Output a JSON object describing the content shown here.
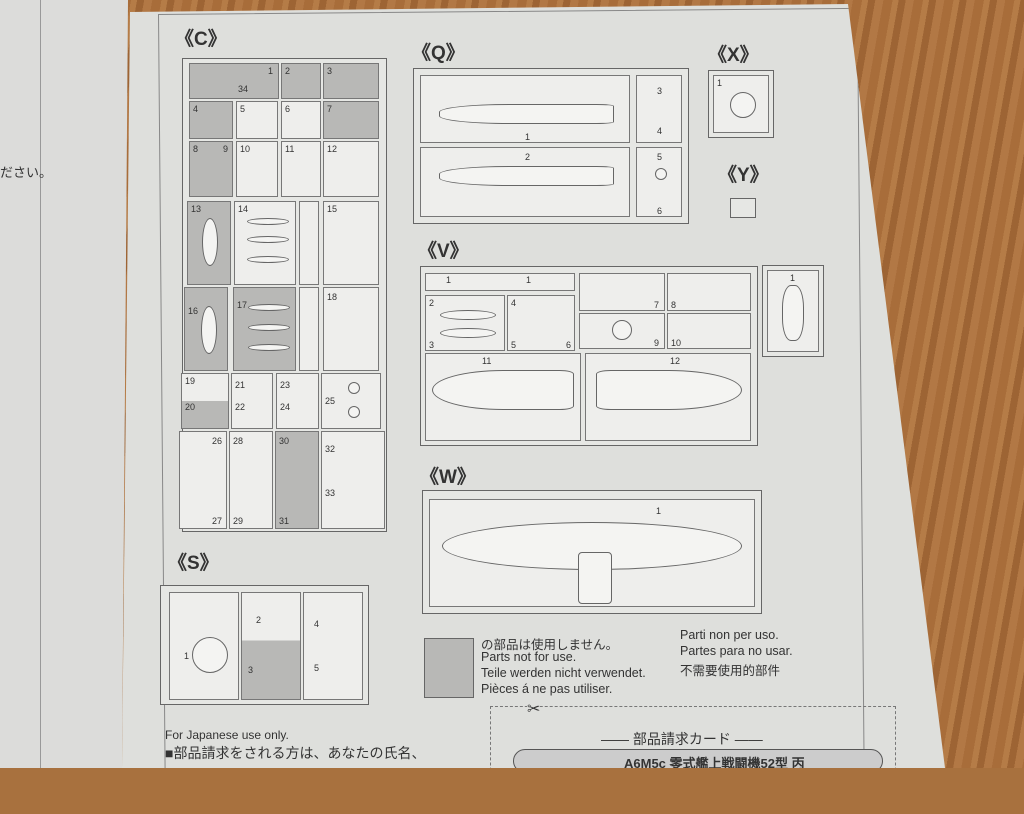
{
  "left_page": {
    "text": "ださい。"
  },
  "sections": {
    "c": "《C》",
    "q": "《Q》",
    "x": "《X》",
    "y": "《Y》",
    "v": "《V》",
    "w": "《W》",
    "s": "《S》"
  },
  "c_parts": [
    "1",
    "34",
    "2",
    "3",
    "4",
    "5",
    "6",
    "7",
    "8",
    "9",
    "10",
    "11",
    "12",
    "13",
    "14",
    "15",
    "16",
    "17",
    "18",
    "19",
    "20",
    "21",
    "22",
    "23",
    "24",
    "25",
    "26",
    "27",
    "28",
    "29",
    "30",
    "31",
    "32",
    "33"
  ],
  "q_parts": [
    "1",
    "2",
    "3",
    "4",
    "5",
    "6"
  ],
  "x_parts": [
    "1"
  ],
  "v_parts": [
    "1",
    "1",
    "2",
    "3",
    "4",
    "5",
    "6",
    "7",
    "8",
    "9",
    "10",
    "11",
    "12"
  ],
  "v_side_parts": [
    "1"
  ],
  "w_parts": [
    "1"
  ],
  "s_parts": [
    "1",
    "2",
    "3",
    "4",
    "5"
  ],
  "legend": {
    "lines": [
      "の部品は使用しません。",
      "Parts not for use.",
      "Teile werden nicht verwendet.",
      "Pièces á ne pas utiliser.",
      "Parti non per uso.",
      "Partes para no usar.",
      "不需要使用的部件"
    ]
  },
  "footer": {
    "note": "For Japanese use only.",
    "jp_request": "■部品請求をされる方は、あなたの氏名、",
    "card_title": "部品請求カード",
    "card_header": "A6M5c 零式艦上戦闘機52型 丙"
  },
  "colors": {
    "paper": "#dedfdc",
    "unused_gray": "#b8b8b6",
    "wood": "#a8713e"
  }
}
